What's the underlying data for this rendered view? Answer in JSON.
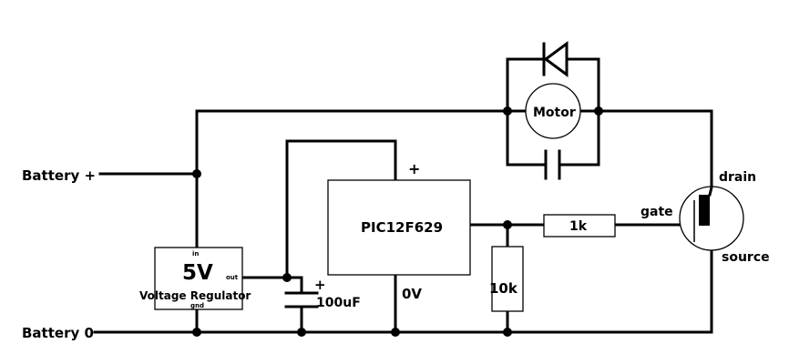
{
  "labels": {
    "battery_plus": "Battery +",
    "battery_zero": "Battery 0",
    "regulator_voltage": "5V",
    "regulator_name": "Voltage Regulator",
    "regulator_in": "in",
    "regulator_out": "out",
    "regulator_gnd": "gnd",
    "capacitor_value": "100uF",
    "capacitor_polarity": "+",
    "ic_name": "PIC12F629",
    "ic_plus": "+",
    "ic_zero_volt": "0V",
    "motor": "Motor",
    "resistor_gate": "1k",
    "resistor_pulldown": "10k",
    "mosfet_gate": "gate",
    "mosfet_drain": "drain",
    "mosfet_source": "source"
  }
}
